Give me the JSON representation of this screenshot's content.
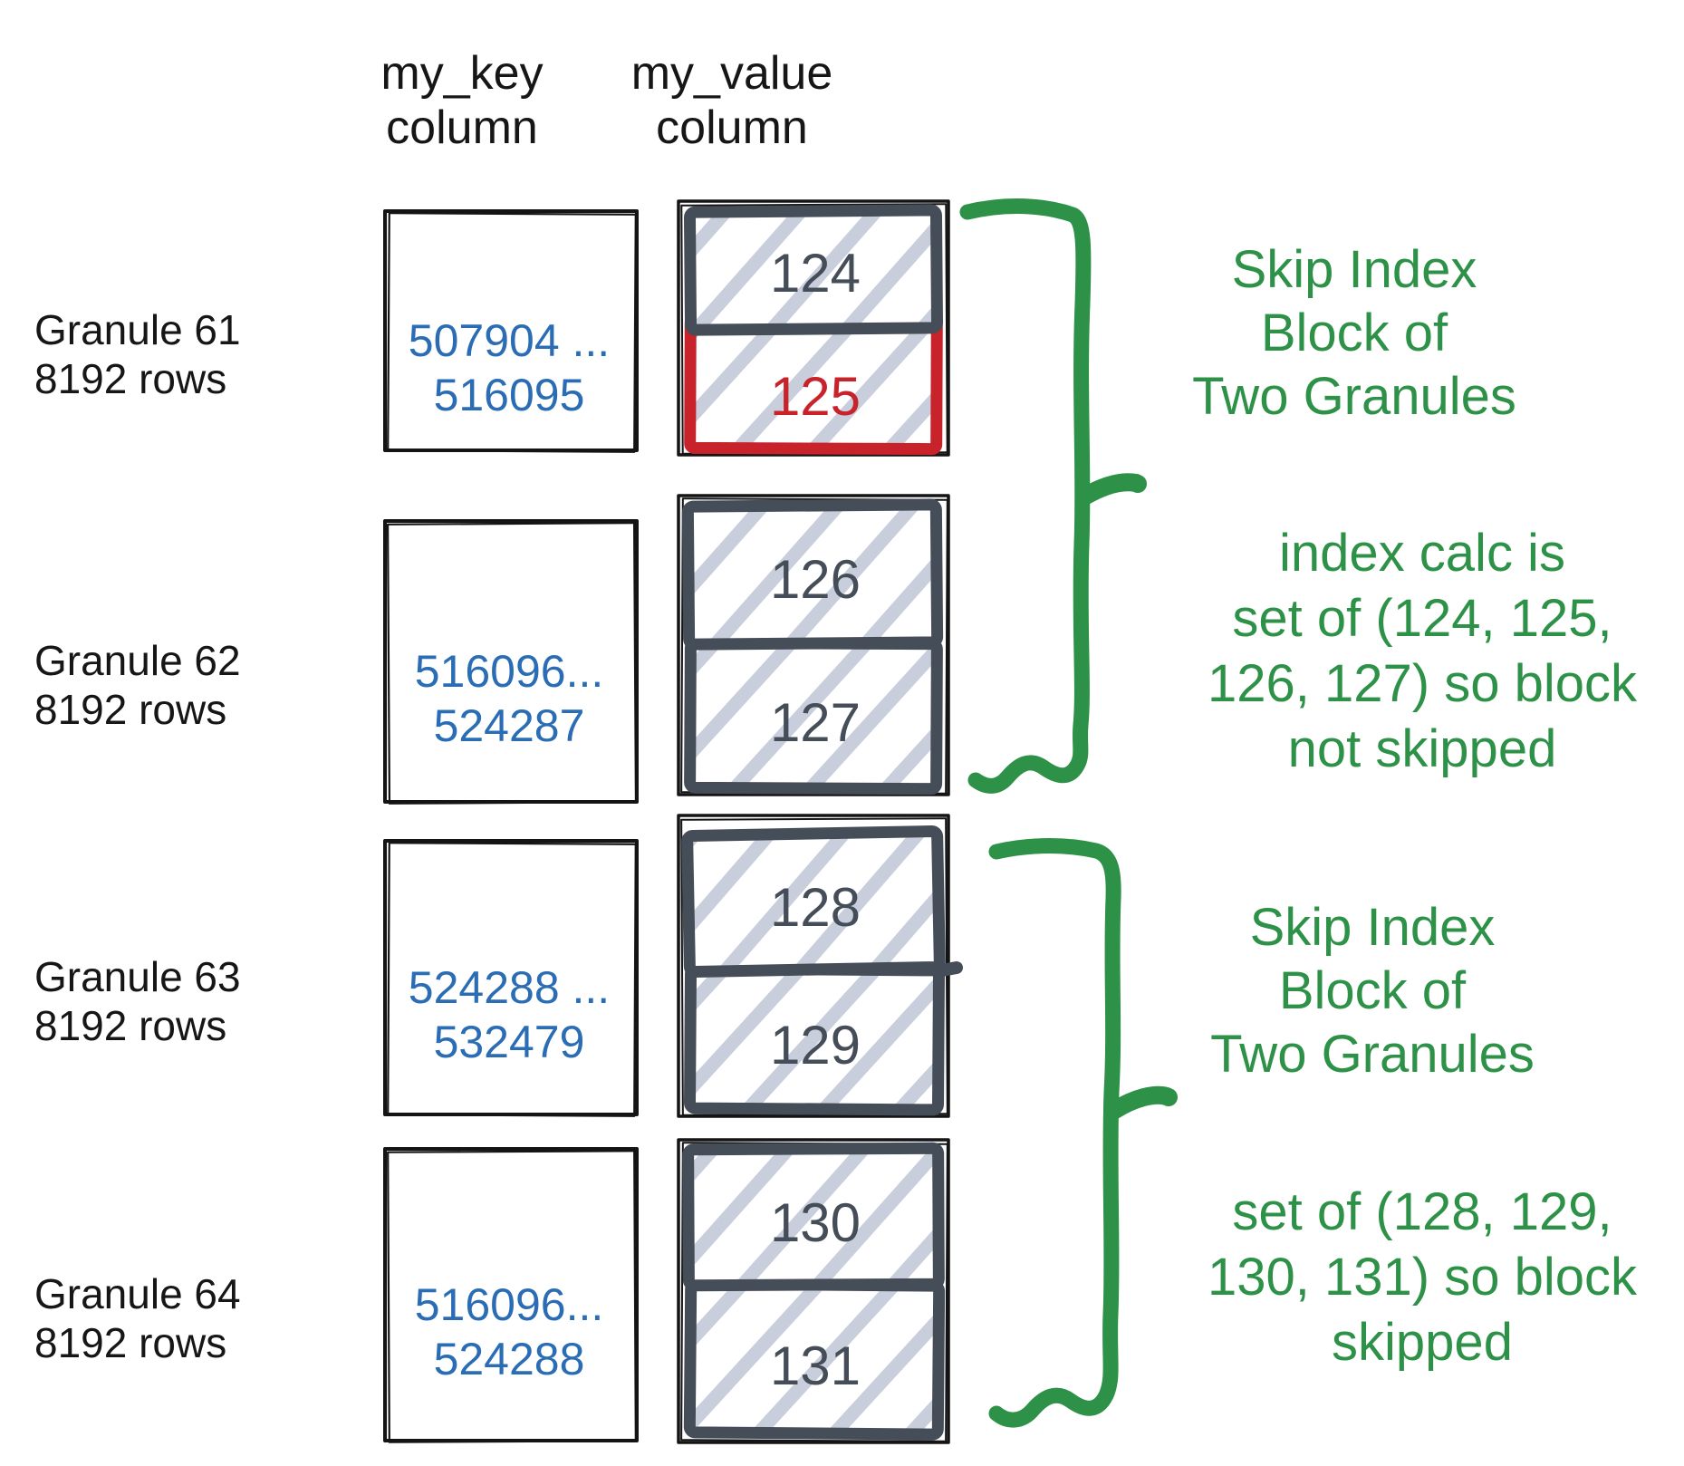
{
  "headers": {
    "key": [
      "my_key",
      "column"
    ],
    "value": [
      "my_value",
      "column"
    ]
  },
  "granules": [
    {
      "label": [
        "Granule 61",
        "8192 rows"
      ],
      "keys": [
        "507904 ...",
        "516095"
      ],
      "blocks": [
        {
          "value": "124"
        },
        {
          "value": "125",
          "highlighted": true
        }
      ]
    },
    {
      "label": [
        "Granule 62",
        "8192 rows"
      ],
      "keys": [
        "516096...",
        "524287"
      ],
      "blocks": [
        {
          "value": "126"
        },
        {
          "value": "127"
        }
      ]
    },
    {
      "label": [
        "Granule 63",
        "8192 rows"
      ],
      "keys": [
        "524288 ...",
        "532479"
      ],
      "blocks": [
        {
          "value": "128"
        },
        {
          "value": "129"
        }
      ]
    },
    {
      "label": [
        "Granule 64",
        "8192 rows"
      ],
      "keys": [
        "516096...",
        "524288"
      ],
      "blocks": [
        {
          "value": "130"
        },
        {
          "value": "131"
        }
      ]
    }
  ],
  "annotations": [
    {
      "lines": [
        "Skip Index",
        "Block of",
        "Two Granules"
      ]
    },
    {
      "lines": [
        "index calc is",
        "set of (124, 125,",
        "126, 127) so block",
        "not skipped"
      ]
    },
    {
      "lines": [
        "Skip Index",
        "Block of",
        "Two Granules"
      ]
    },
    {
      "lines": [
        "set of (128, 129,",
        "130, 131) so block",
        "skipped"
      ]
    }
  ],
  "colors": {
    "key_text": "#2a6db5",
    "annotation_green": "#2e9148",
    "block_border_slate": "#454e58",
    "block_border_red": "#c8232b",
    "hatch_stripe": "#c8cedb",
    "sketch_black": "#141414"
  }
}
